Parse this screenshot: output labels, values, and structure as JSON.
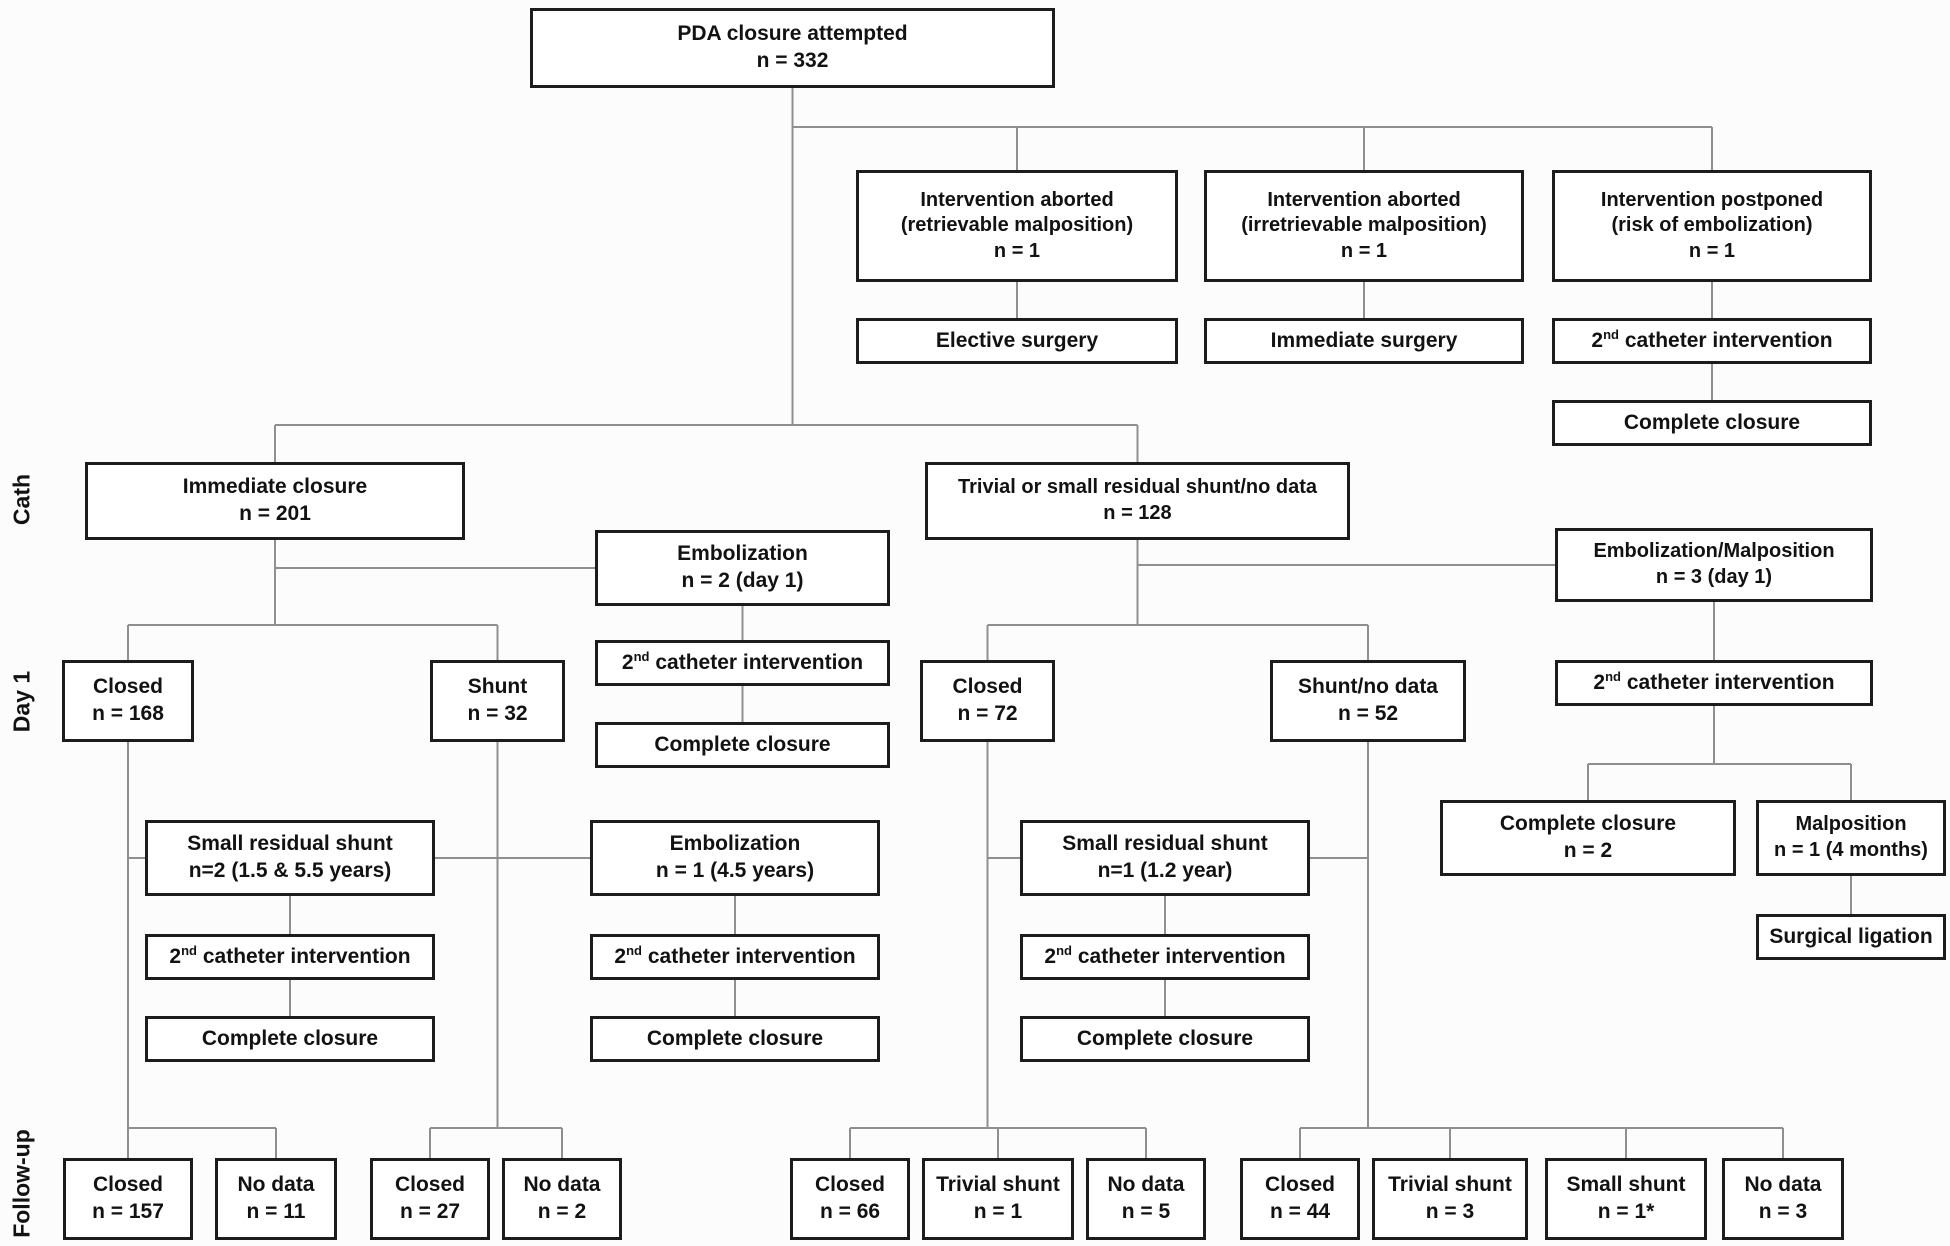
{
  "side_labels": {
    "cath": "Cath",
    "day1": "Day 1",
    "followup": "Follow-up"
  },
  "nodes": {
    "root": {
      "title": "PDA closure attempted",
      "n": "n = 332"
    },
    "aborted_retrievable": {
      "title": "Intervention aborted",
      "subtitle": "(retrievable malposition)",
      "n": "n = 1"
    },
    "aborted_irretrievable": {
      "title": "Intervention aborted",
      "subtitle": "(irretrievable malposition)",
      "n": "n = 1"
    },
    "postponed": {
      "title": "Intervention postponed",
      "subtitle": "(risk of embolization)",
      "n": "n = 1"
    },
    "elective_surgery": {
      "title": "Elective surgery"
    },
    "immediate_surgery": {
      "title": "Immediate surgery"
    },
    "catheter_postponed": {
      "pre": "2",
      "sup": "nd",
      "post": " catheter intervention"
    },
    "complete_postponed": {
      "title": "Complete closure"
    },
    "immediate_closure": {
      "title": "Immediate closure",
      "n": "n = 201"
    },
    "trivial_small_shunt": {
      "title": "Trivial or small residual shunt/no data",
      "n": "n = 128"
    },
    "embolization_day1": {
      "title": "Embolization",
      "n": "n = 2 (day 1)"
    },
    "embol_malposition": {
      "title": "Embolization/Malposition",
      "n": "n = 3 (day 1)"
    },
    "closed_168": {
      "title": "Closed",
      "n": "n = 168"
    },
    "shunt_32": {
      "title": "Shunt",
      "n": "n = 32"
    },
    "catheter_embol2": {
      "pre": "2",
      "sup": "nd",
      "post": " catheter intervention"
    },
    "complete_embol2": {
      "title": "Complete closure"
    },
    "closed_72": {
      "title": "Closed",
      "n": "n = 72"
    },
    "shunt_nodata_52": {
      "title": "Shunt/no data",
      "n": "n = 52"
    },
    "catheter_right": {
      "pre": "2",
      "sup": "nd",
      "post": " catheter intervention"
    },
    "complete_closure_2": {
      "title": "Complete closure",
      "n": "n = 2"
    },
    "malposition_1": {
      "title": "Malposition",
      "n": "n = 1 (4 months)"
    },
    "surgical_ligation": {
      "title": "Surgical ligation"
    },
    "srs_2": {
      "title": "Small residual shunt",
      "n": "n=2 (1.5 & 5.5 years)"
    },
    "embolization_45y": {
      "title": "Embolization",
      "n": "n = 1 (4.5 years)"
    },
    "srs_1": {
      "title": "Small residual shunt",
      "n": "n=1 (1.2 year)"
    },
    "catheter_srs2": {
      "pre": "2",
      "sup": "nd",
      "post": " catheter intervention"
    },
    "catheter_embol1": {
      "pre": "2",
      "sup": "nd",
      "post": " catheter intervention"
    },
    "catheter_srs1": {
      "pre": "2",
      "sup": "nd",
      "post": " catheter intervention"
    },
    "complete_srs2": {
      "title": "Complete closure"
    },
    "complete_embol1": {
      "title": "Complete closure"
    },
    "complete_srs1": {
      "title": "Complete closure"
    },
    "fu_closed_157": {
      "title": "Closed",
      "n": "n = 157"
    },
    "fu_nodata_11": {
      "title": "No data",
      "n": "n = 11"
    },
    "fu_closed_27": {
      "title": "Closed",
      "n": "n = 27"
    },
    "fu_nodata_2": {
      "title": "No data",
      "n": "n = 2"
    },
    "fu_closed_66": {
      "title": "Closed",
      "n": "n = 66"
    },
    "fu_trivial_1": {
      "title": "Trivial shunt",
      "n": "n = 1"
    },
    "fu_nodata_5": {
      "title": "No data",
      "n": "n = 5"
    },
    "fu_closed_44": {
      "title": "Closed",
      "n": "n = 44"
    },
    "fu_trivial_3": {
      "title": "Trivial shunt",
      "n": "n = 3"
    },
    "fu_small_1": {
      "title": "Small shunt",
      "n": "n = 1*"
    },
    "fu_nodata_3": {
      "title": "No data",
      "n": "n = 3"
    }
  }
}
